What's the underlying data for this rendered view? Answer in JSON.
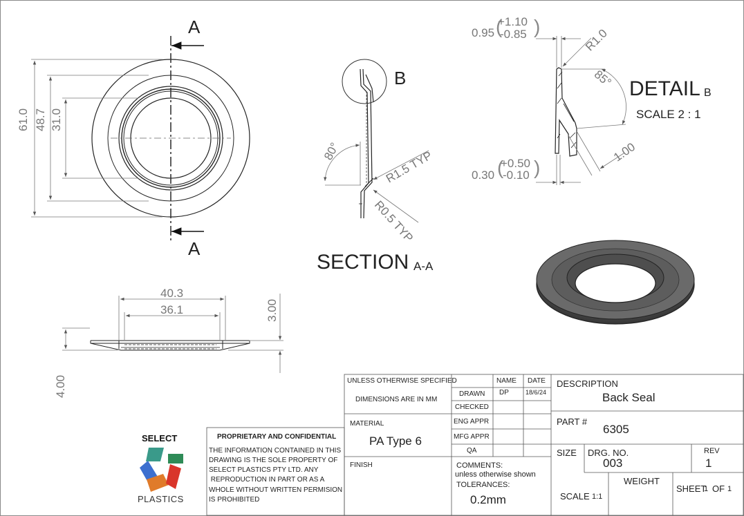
{
  "views": {
    "section_label": "A",
    "section_title": "SECTION",
    "section_title_suffix": "A-A",
    "detail_marker": "B",
    "detail_title": "DETAIL",
    "detail_title_suffix": "B",
    "detail_scale": "SCALE 2 : 1"
  },
  "dimensions": {
    "front_d61": "61.0",
    "front_d48": "48.7",
    "front_d31": "31.0",
    "section_angle": "80°",
    "section_r15": "R1.5 TYP",
    "section_r05": "R0.5 TYP",
    "detail_top_nominal": "0.95",
    "detail_top_plus": "+1.10",
    "detail_top_minus": "-0.85",
    "detail_r10": "R1.0",
    "detail_angle": "85°",
    "detail_100": "1.00",
    "detail_bottom_nominal": "0.30",
    "detail_bottom_plus": "+0.50",
    "detail_bottom_minus": "-0.10",
    "side_403": "40.3",
    "side_361": "36.1",
    "side_300": "3.00",
    "side_400": "4.00"
  },
  "title_block": {
    "unless_specified": "UNLESS OTHERWISE SPECIFIED",
    "dims_in_mm": "DIMENSIONS ARE IN MM",
    "name_header": "NAME",
    "date_header": "DATE",
    "drawn_label": "DRAWN",
    "drawn_name": "DP",
    "drawn_date": "18/6/24",
    "checked_label": "CHECKED",
    "eng_appr_label": "ENG APPR",
    "mfg_appr_label": "MFG APPR",
    "qa_label": "QA",
    "material_label": "MATERIAL",
    "material_value": "PA Type 6",
    "finish_label": "FINISH",
    "comments_label": "COMMENTS:",
    "comments_value": "unless otherwise shown",
    "tolerances_label": "TOLERANCES:",
    "tolerance_value": "0.2mm",
    "description_label": "DESCRIPTION",
    "description_value": "Back Seal",
    "part_label": "PART #",
    "part_value": "6305",
    "size_label": "SIZE",
    "drg_no_label": "DRG. NO.",
    "drg_no_value": "003",
    "rev_label": "REV",
    "rev_value": "1",
    "weight_label": "WEIGHT",
    "scale_label": "SCALE",
    "scale_value": "1:1",
    "sheet_label": "SHEET",
    "sheet_value": "1",
    "sheet_of": "OF",
    "sheet_total": "1",
    "prop_heading": "PROPRIETARY AND CONFIDENTIAL",
    "prop_line1": "THE INFORMATION CONTAINED IN THIS",
    "prop_line2": "DRAWING IS THE SOLE PROPERTY OF",
    "prop_line3": "SELECT PLASTICS PTY LTD. ANY",
    "prop_line4": " REPRODUCTION IN PART OR AS A",
    "prop_line5": "WHOLE WITHOUT WRITTEN PERMISION",
    "prop_line6": "IS PROHIBITED"
  },
  "logo": {
    "top_text": "SELECT",
    "bottom_text": "PLASTICS",
    "colors": [
      "#3a9a8a",
      "#2e8b57",
      "#3c6fcf",
      "#e07b2a",
      "#d9352a"
    ]
  }
}
